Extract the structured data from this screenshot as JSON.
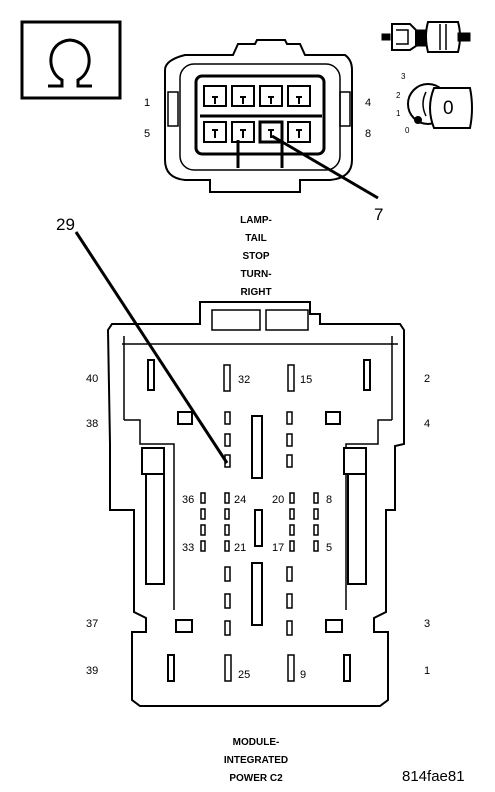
{
  "connector_top": {
    "pin_labels": {
      "p1": "1",
      "p4": "4",
      "p5": "5",
      "p8": "8"
    },
    "callout": "7",
    "caption_lines": [
      "LAMP-",
      "TAIL",
      "STOP",
      "TURN-",
      "RIGHT"
    ]
  },
  "connector_bottom": {
    "callout": "29",
    "side_labels": {
      "p40": "40",
      "p38": "38",
      "p37": "37",
      "p39": "39",
      "p2": "2",
      "p4": "4",
      "p3": "3",
      "p1": "1"
    },
    "inner_labels": {
      "p32": "32",
      "p15": "15",
      "p36": "36",
      "p24": "24",
      "p20": "20",
      "p8": "8",
      "p33": "33",
      "p21": "21",
      "p17": "17",
      "p5": "5",
      "p25": "25",
      "p9": "9"
    },
    "caption_lines": [
      "MODULE-",
      "INTEGRATED",
      "POWER C2"
    ]
  },
  "key_icon": {
    "positions": {
      "k0": "0",
      "k1": "1",
      "k2": "2",
      "k3": "3"
    },
    "key_label": "0"
  },
  "omega_symbol": "Ω",
  "figure_ref": "814fae81"
}
